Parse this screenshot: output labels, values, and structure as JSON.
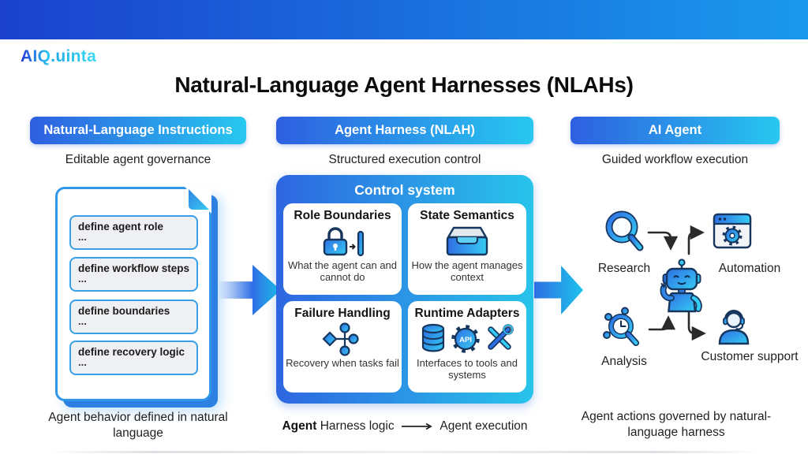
{
  "brand": {
    "name_primary": "AIQ",
    "name_secondary": ".uinta"
  },
  "title": "Natural-Language Agent Harnesses (NLAHs)",
  "columns": [
    {
      "pill": "Natural-Language Instructions",
      "subtitle": "Editable agent governance",
      "caption": "Agent behavior defined in natural language"
    },
    {
      "pill": "Agent Harness (NLAH)",
      "subtitle": "Structured execution control"
    },
    {
      "pill": "AI Agent",
      "subtitle": "Guided workflow execution",
      "caption": "Agent actions governed by natural-language harness"
    }
  ],
  "document": {
    "icon": "folded-page-icon",
    "items": [
      {
        "title": "define agent role",
        "ellipsis": "..."
      },
      {
        "title": "define workflow steps",
        "ellipsis": "..."
      },
      {
        "title": "define boundaries",
        "ellipsis": "..."
      },
      {
        "title": "define recovery logic",
        "ellipsis": "..."
      }
    ]
  },
  "control": {
    "title": "Control system",
    "cards": [
      {
        "title": "Role Boundaries",
        "desc": "What the agent can and cannot do",
        "icon": "lock-gate-icon"
      },
      {
        "title": "State Semantics",
        "desc": "How the agent manages context",
        "icon": "open-tray-icon"
      },
      {
        "title": "Failure Handling",
        "desc": "Recovery when tasks fail",
        "icon": "branch-tree-icon"
      },
      {
        "title": "Runtime Adapters",
        "desc": "Interfaces to tools and systems",
        "icon": "database-api-tools-icon",
        "api_label": "API"
      }
    ]
  },
  "harness_caption": {
    "bold": "Agent",
    "regular": "Harness logic",
    "arrow": "long-right-arrow-icon",
    "end": "Agent execution"
  },
  "agent_flow": {
    "center_icon": "robot-icon",
    "nodes": [
      {
        "label": "Research",
        "icon": "magnifier-icon"
      },
      {
        "label": "Automation",
        "icon": "browser-gear-icon"
      },
      {
        "label": "Analysis",
        "icon": "network-magnifier-icon"
      },
      {
        "label": "Customer support",
        "icon": "headset-person-icon"
      }
    ]
  },
  "colors": {
    "topbar_start": "#1b41cd",
    "topbar_end": "#1a99ec",
    "pill_start": "#2e5fe0",
    "pill_end": "#27c8f0",
    "panel_start": "#2e66e1",
    "panel_end": "#28c4ea",
    "accent_blue": "#2f6fe4",
    "accent_cyan": "#35cbf2",
    "outline_navy": "#16365e"
  }
}
